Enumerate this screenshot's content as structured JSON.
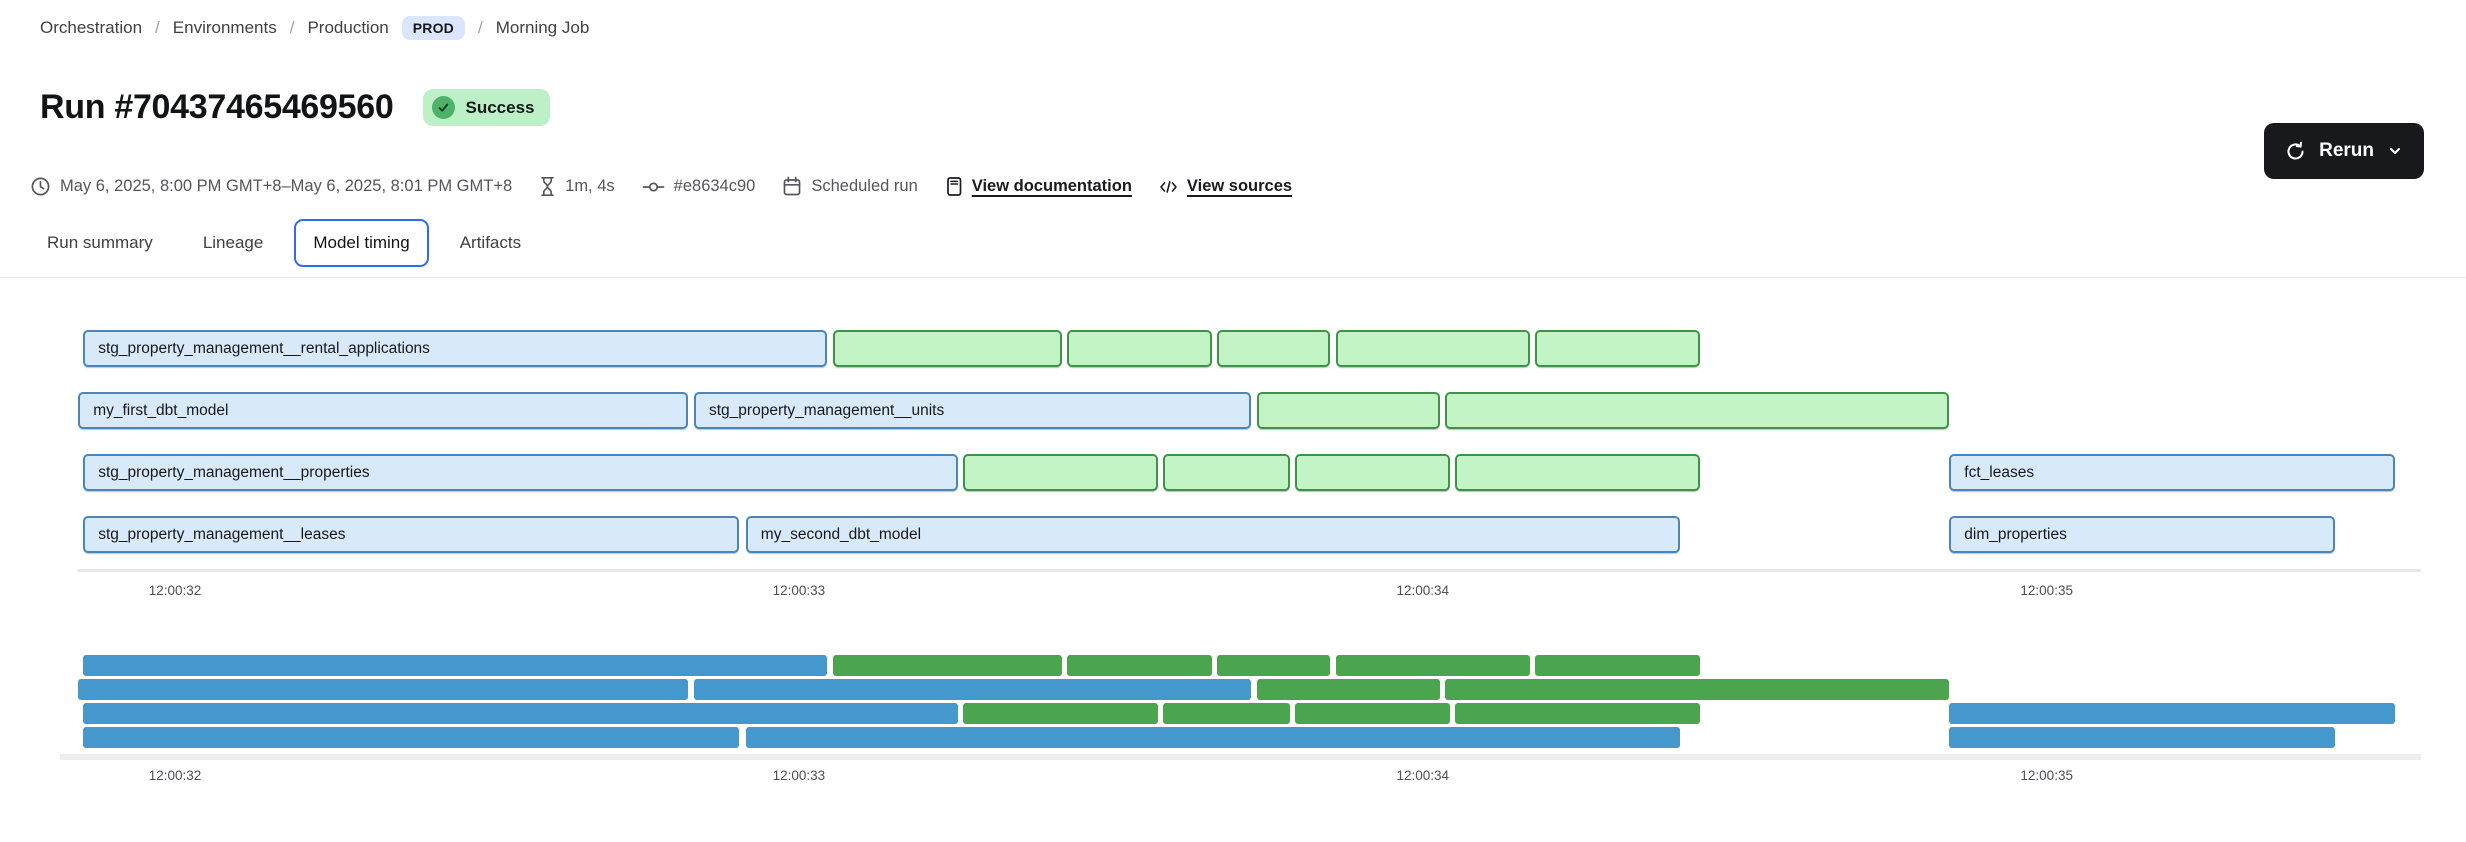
{
  "breadcrumb": {
    "items": [
      "Orchestration",
      "Environments",
      "Production",
      "Morning Job"
    ],
    "separator": "/",
    "env_badge": "PROD"
  },
  "header": {
    "title": "Run #70437465469560",
    "status": "Success",
    "rerun_label": "Rerun"
  },
  "meta": {
    "time_range": "May 6, 2025, 8:00 PM GMT+8–May 6, 2025, 8:01 PM GMT+8",
    "duration": "1m, 4s",
    "commit_hash": "#e8634c90",
    "trigger": "Scheduled run",
    "documentation_link": "View documentation",
    "sources_link": "View sources"
  },
  "tabs": [
    {
      "label": "Run summary",
      "selected": false
    },
    {
      "label": "Lineage",
      "selected": false
    },
    {
      "label": "Model timing",
      "selected": true
    },
    {
      "label": "Artifacts",
      "selected": false
    }
  ],
  "icons": {
    "time": "clock",
    "duration": "hourglass",
    "commit": "git-commit",
    "trigger": "calendar",
    "documentation": "document",
    "sources": "code-brackets",
    "rerun": "refresh",
    "rerun_menu": "chevron-down",
    "status": "check-circle"
  },
  "theme": {
    "accent": "#2f6bed",
    "prod_bg": "#dbe6fe",
    "success_bg": "#bdf0c6",
    "success_circle": "#4cb368",
    "rerun_bg": "#17191c",
    "blue_fill": "#d8e9f9",
    "blue_border": "#4a86b9",
    "green_fill": "#c3f4c6",
    "green_border": "#42914a",
    "mini_blue": "#4598ce",
    "mini_green": "#4ba54f"
  },
  "chart_data": {
    "type": "gantt",
    "title": "Model timing",
    "x_axis": {
      "tick_labels": [
        "12:00:32",
        "12:00:33",
        "12:00:34",
        "12:00:35"
      ],
      "tick_times": [
        32,
        33,
        34,
        35
      ],
      "t_min": 31.843,
      "t_max": 35.6
    },
    "legend": "blue = model bars (labeled), green = test bars (unlabeled); minimap repeats same data",
    "rows": [
      {
        "bars": [
          {
            "label": "stg_property_management__rental_applications",
            "color": "blue",
            "start": 31.853,
            "end": 33.045
          },
          {
            "label": "",
            "color": "green",
            "start": 33.054,
            "end": 33.421
          },
          {
            "label": "",
            "color": "green",
            "start": 33.429,
            "end": 33.662
          },
          {
            "label": "",
            "color": "green",
            "start": 33.67,
            "end": 33.851
          },
          {
            "label": "",
            "color": "green",
            "start": 33.861,
            "end": 34.172
          },
          {
            "label": "",
            "color": "green",
            "start": 34.18,
            "end": 34.444
          }
        ]
      },
      {
        "bars": [
          {
            "label": "my_first_dbt_model",
            "color": "blue",
            "start": 31.845,
            "end": 32.822
          },
          {
            "label": "stg_property_management__units",
            "color": "blue",
            "start": 32.832,
            "end": 33.724
          },
          {
            "label": "",
            "color": "green",
            "start": 33.734,
            "end": 34.027
          },
          {
            "label": "",
            "color": "green",
            "start": 34.035,
            "end": 34.844
          }
        ]
      },
      {
        "bars": [
          {
            "label": "stg_property_management__properties",
            "color": "blue",
            "start": 31.853,
            "end": 33.255
          },
          {
            "label": "",
            "color": "green",
            "start": 33.263,
            "end": 33.575
          },
          {
            "label": "",
            "color": "green",
            "start": 33.583,
            "end": 33.787
          },
          {
            "label": "",
            "color": "green",
            "start": 33.795,
            "end": 34.043
          },
          {
            "label": "",
            "color": "green",
            "start": 34.051,
            "end": 34.444
          },
          {
            "label": "fct_leases",
            "color": "blue",
            "start": 34.844,
            "end": 35.558
          }
        ]
      },
      {
        "bars": [
          {
            "label": "stg_property_management__leases",
            "color": "blue",
            "start": 31.853,
            "end": 32.905
          },
          {
            "label": "my_second_dbt_model",
            "color": "blue",
            "start": 32.915,
            "end": 34.412
          },
          {
            "label": "dim_properties",
            "color": "blue",
            "start": 34.844,
            "end": 35.462
          }
        ]
      }
    ]
  }
}
